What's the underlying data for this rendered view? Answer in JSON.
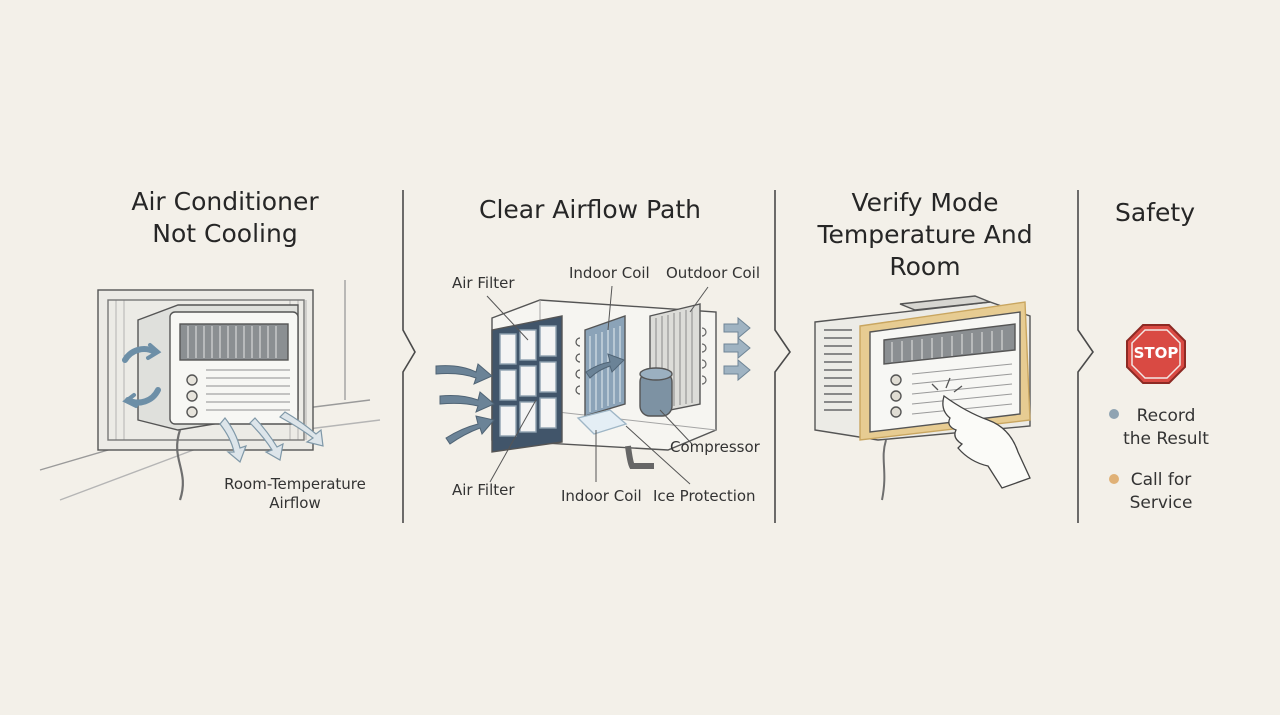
{
  "panels": [
    {
      "title": "Air Conditioner\nNot Cooling",
      "labels": {
        "airflow": "Room-Temperature\nAirflow"
      }
    },
    {
      "title": "Clear Airflow Path",
      "labels": {
        "air_filter_top": "Air Filter",
        "indoor_coil_top": "Indoor Coil",
        "outdoor_coil": "Outdoor Coil",
        "compressor": "Compressor",
        "air_filter_bottom": "Air Filter",
        "indoor_coil_bottom": "Indoor Coil",
        "ice_protection": "Ice Protection"
      }
    },
    {
      "title": "Verify Mode\nTemperature And Room"
    },
    {
      "title": "Safety",
      "stop_sign": "STOP",
      "items": [
        {
          "label": "Record\nthe Result",
          "color": "#8fa3b2"
        },
        {
          "label": "Call for\nService",
          "color": "#e0b176"
        }
      ]
    }
  ]
}
